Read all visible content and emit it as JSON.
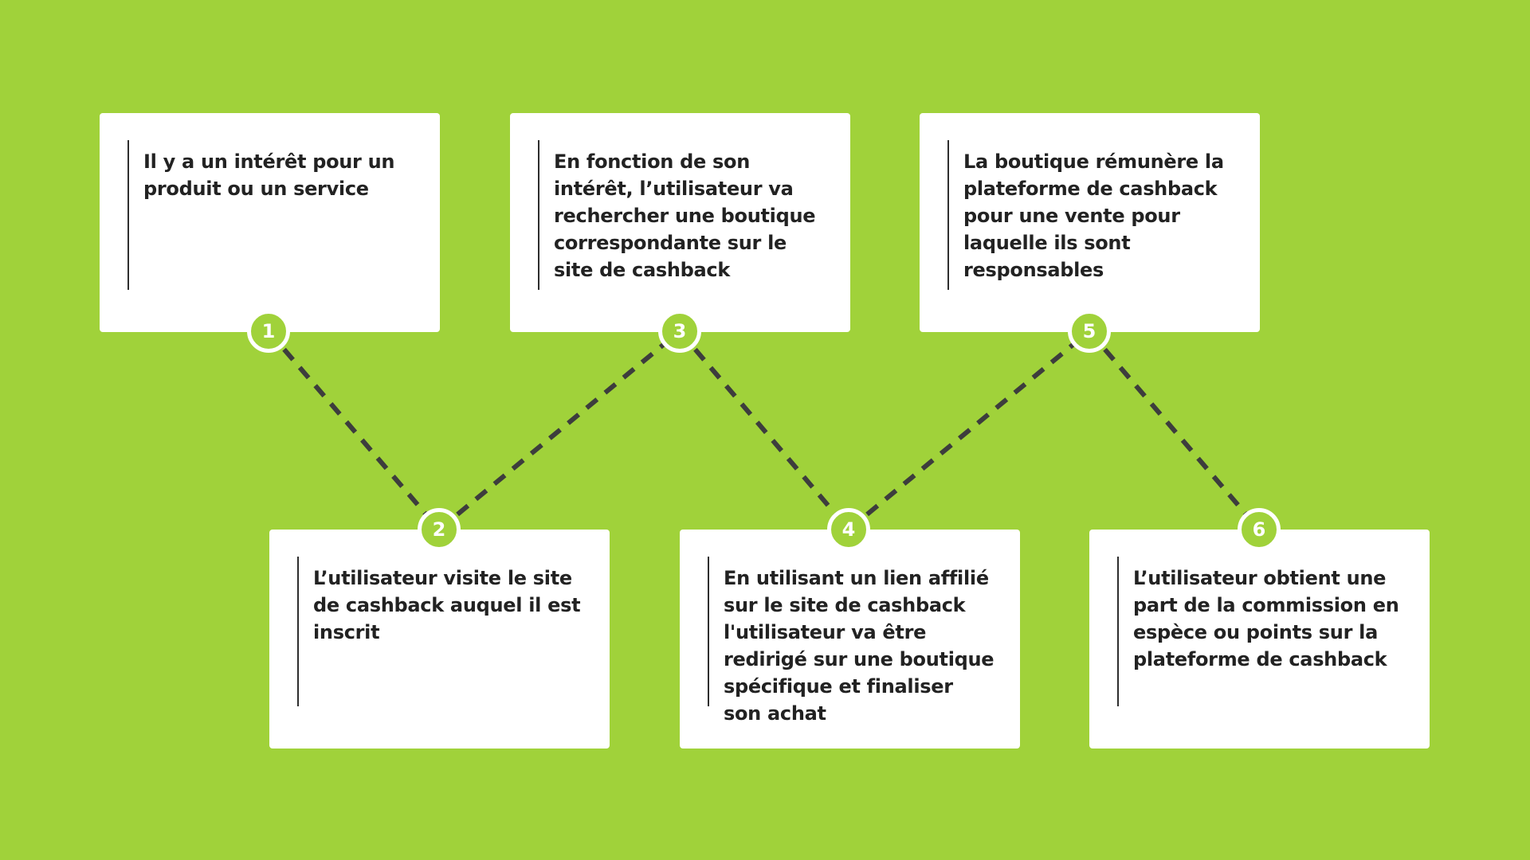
{
  "steps": [
    {
      "number": "1",
      "text": "Il y a un intérêt pour un produit ou un service"
    },
    {
      "number": "2",
      "text": "L’utilisateur visite le site de cashback auquel il est inscrit"
    },
    {
      "number": "3",
      "text": "En fonction de son intérêt, l’utilisateur va rechercher une boutique correspondante sur le site de cashback"
    },
    {
      "number": "4",
      "text": "En utilisant un lien affilié sur le site de cashback l'utilisateur va être redirigé sur une boutique spécifique et finaliser son achat"
    },
    {
      "number": "5",
      "text": "La boutique rémunère la plateforme de cashback pour une vente pour laquelle ils sont responsables"
    },
    {
      "number": "6",
      "text": "L’utilisateur obtient une part de la commission en espèce ou points sur la plateforme de cashback"
    }
  ],
  "colors": {
    "background": "#a0d23a",
    "card": "#ffffff",
    "connector": "#3d3d3d",
    "badge_border": "#ffffff"
  }
}
